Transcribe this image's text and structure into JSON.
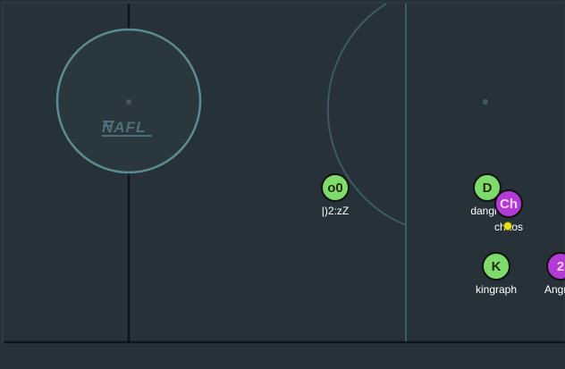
{
  "pitch": {
    "background_color": "#263238",
    "line_color": "#0e1418",
    "circle_color": "#5b8c91",
    "arc_color": "#3d5a63"
  },
  "logo_text": "NAFL",
  "players": [
    {
      "id": "p1",
      "badge": "o0",
      "name": "|)2:zZ",
      "team": "green"
    },
    {
      "id": "p2",
      "badge": "D",
      "name": "dangi",
      "team": "green"
    },
    {
      "id": "p3",
      "badge": "Ch",
      "name": "chaos",
      "team": "purple"
    },
    {
      "id": "p4",
      "badge": "K",
      "name": "kingraph",
      "team": "green"
    },
    {
      "id": "p5",
      "badge": "2",
      "name": "Angryj",
      "team": "purple"
    }
  ],
  "ball": {
    "color": "#e8e21c"
  }
}
